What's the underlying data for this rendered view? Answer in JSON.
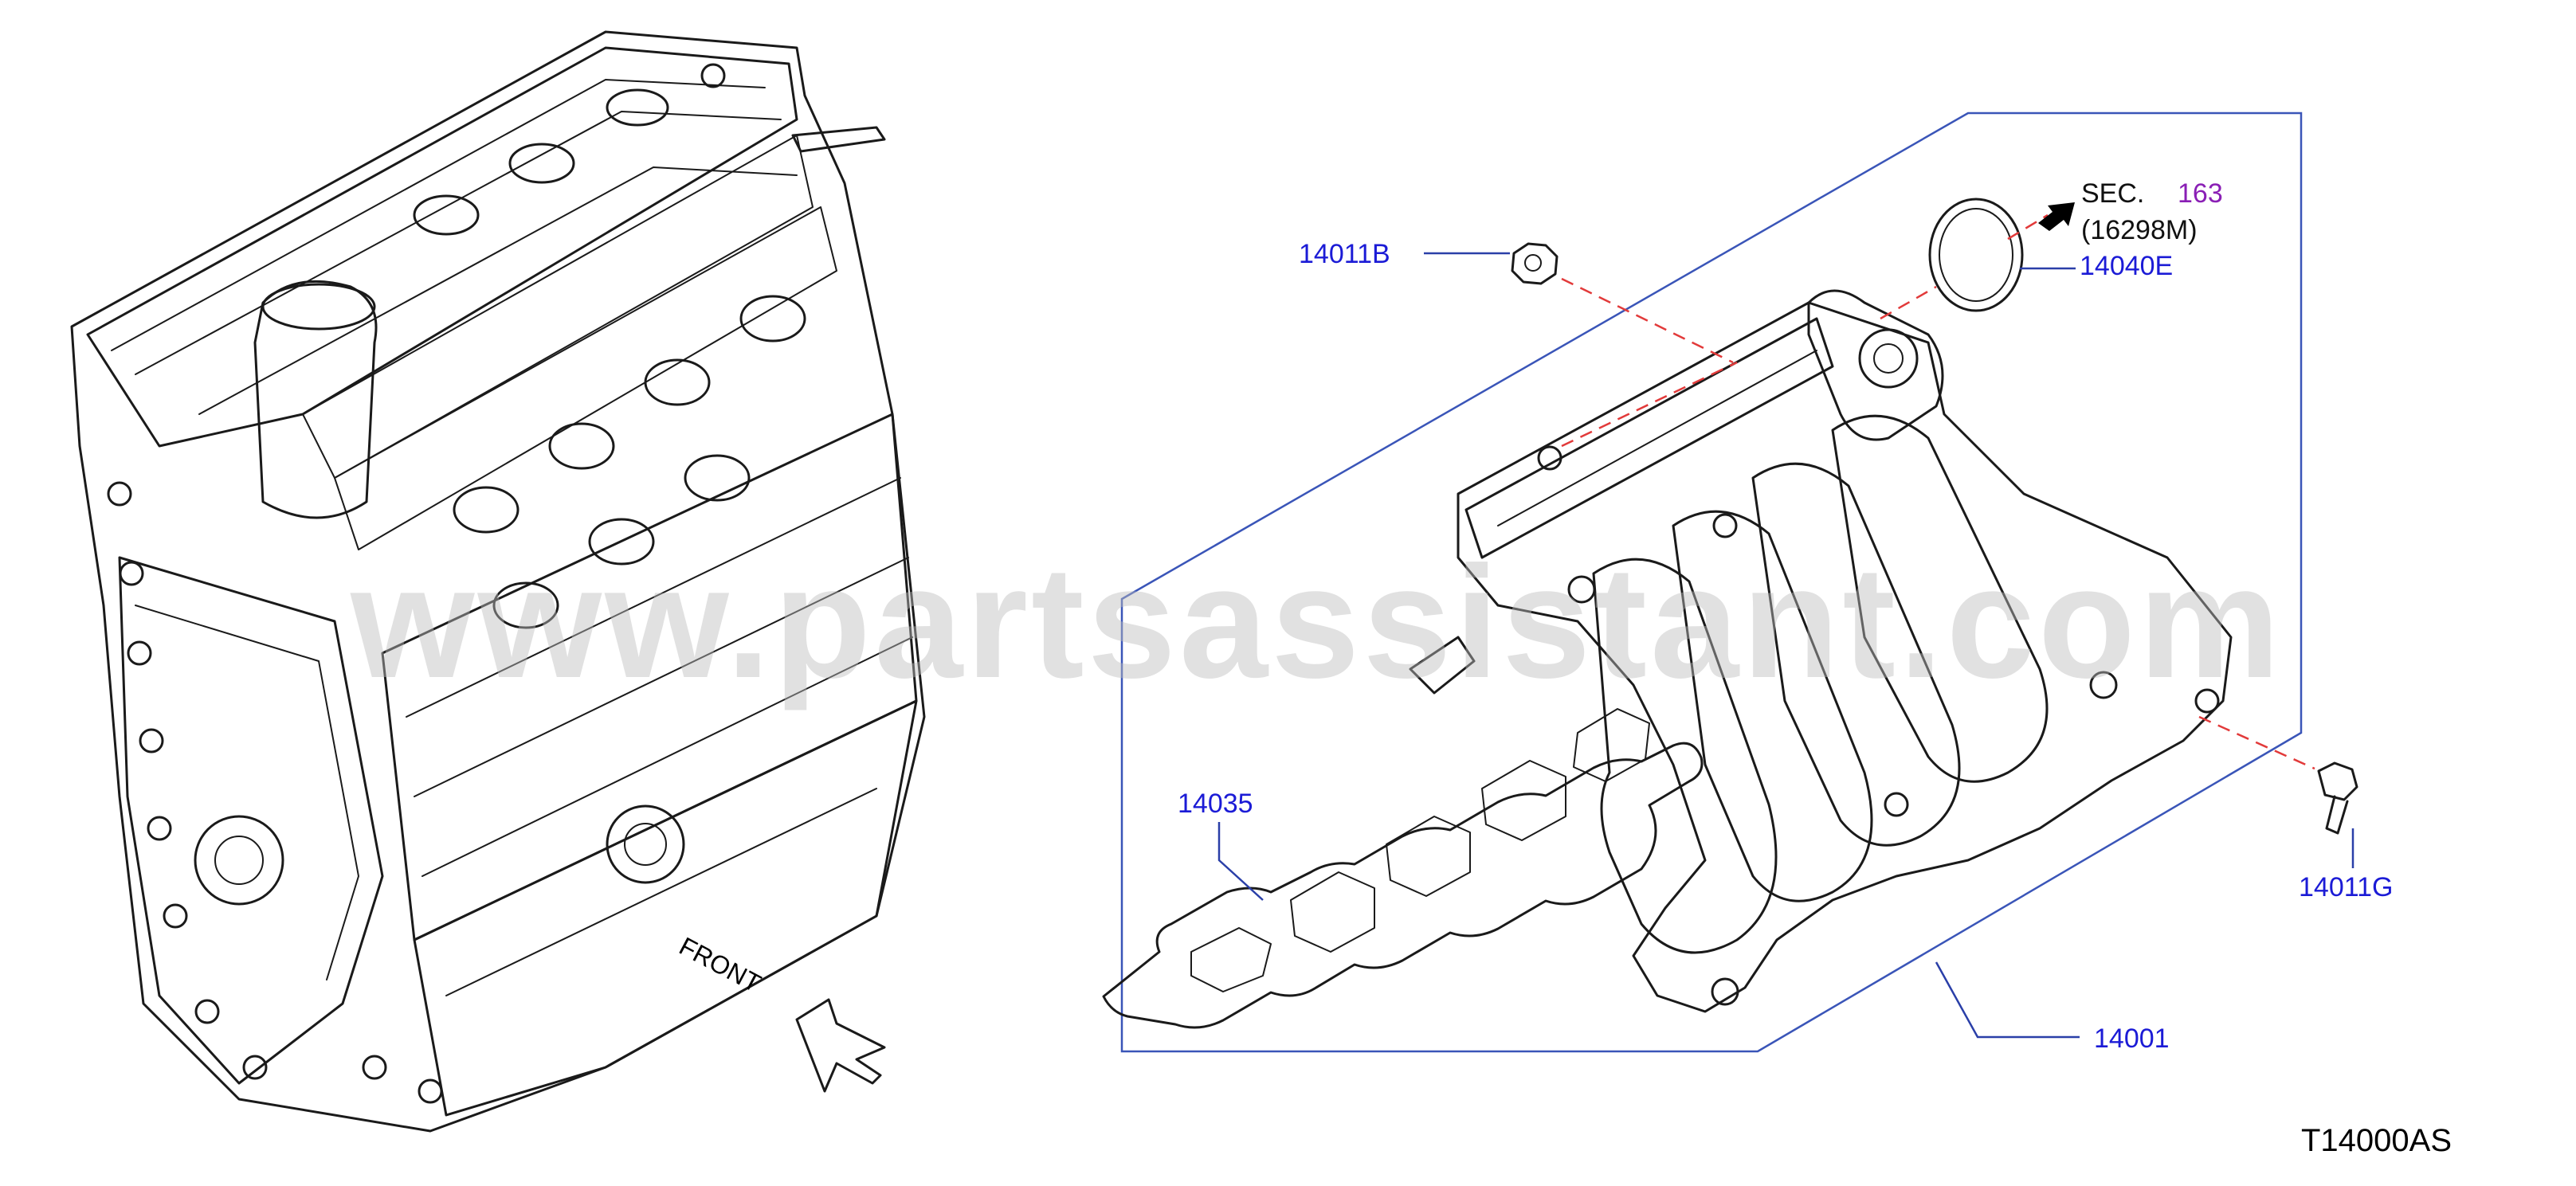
{
  "parts": {
    "bolt_upper_left": "14011B",
    "gasket_ring": "14040E",
    "gasket_manifold": "14035",
    "bolt_right": "14011G",
    "intake_manifold": "14001"
  },
  "section_ref": {
    "prefix": "SEC.",
    "number": "163",
    "sub": "(16298M)"
  },
  "front_label": "FRONT",
  "diagram_id": "T14000AS",
  "watermark": "www.partsassistant.com",
  "colors": {
    "part_label": "#1b1bd6",
    "section_link": "#8a1fb5",
    "frame": "#3a55b8",
    "dash": "#e23a3a"
  }
}
